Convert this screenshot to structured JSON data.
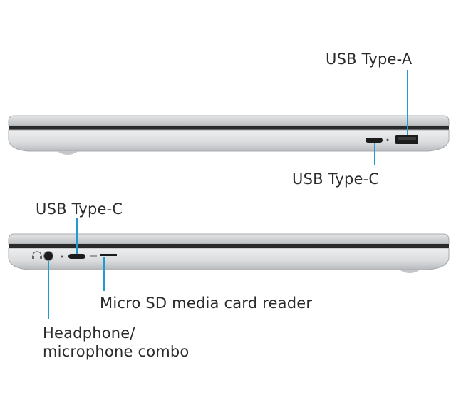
{
  "labels": {
    "top_usb_a": "USB Type-A",
    "top_usb_c": "USB Type-C",
    "bottom_usb_c": "USB Type-C",
    "microsd": "Micro SD media card reader",
    "headphone_line1": "Headphone/",
    "headphone_line2": "microphone combo"
  },
  "colors": {
    "callout": "#1f9bd1",
    "body": "#d7d9db",
    "shadow": "#b9bcbf",
    "port": "#1c1c1c"
  }
}
